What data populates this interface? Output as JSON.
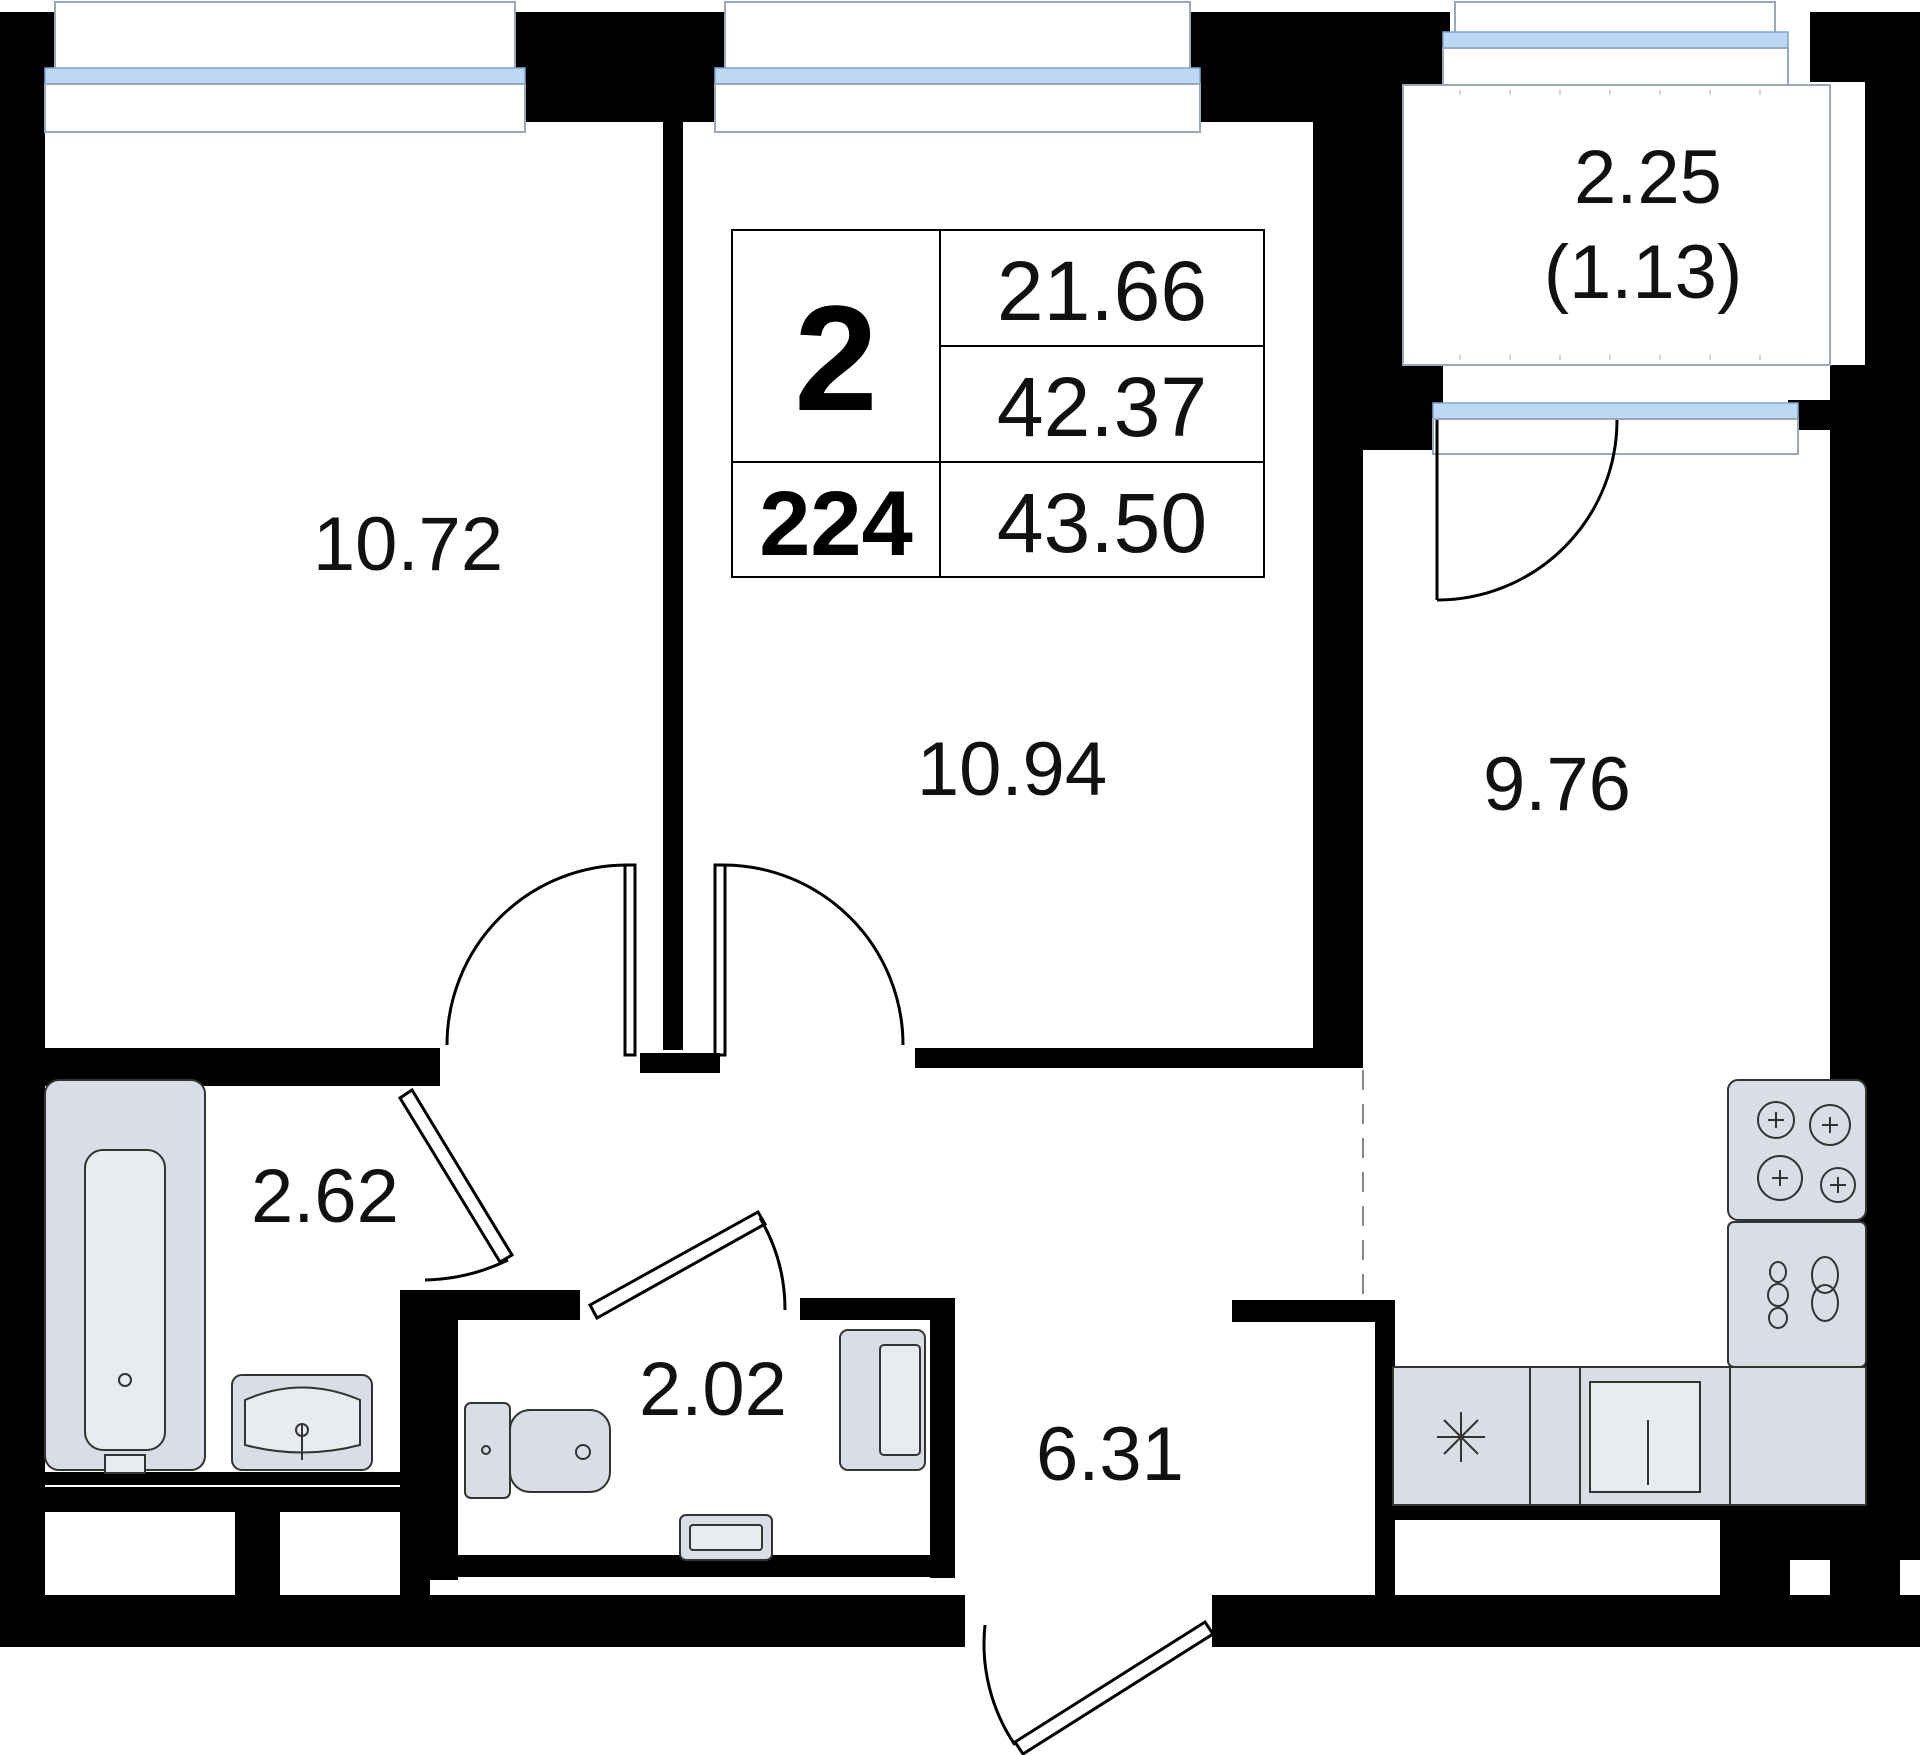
{
  "apartment": {
    "rooms_count": "2",
    "number": "224",
    "living_area": "21.66",
    "area_without_balcony": "42.37",
    "total_area": "43.50"
  },
  "rooms": {
    "bedroom_left": "10.72",
    "bedroom_center": "10.94",
    "kitchen": "9.76",
    "balcony": "2.25",
    "balcony_reduced": "(1.13)",
    "bathroom": "2.62",
    "toilet": "2.02",
    "hallway": "6.31"
  },
  "colors": {
    "wall": "#000000",
    "fixture": "#d9dde6",
    "window_glass": "#bcd8f5"
  }
}
